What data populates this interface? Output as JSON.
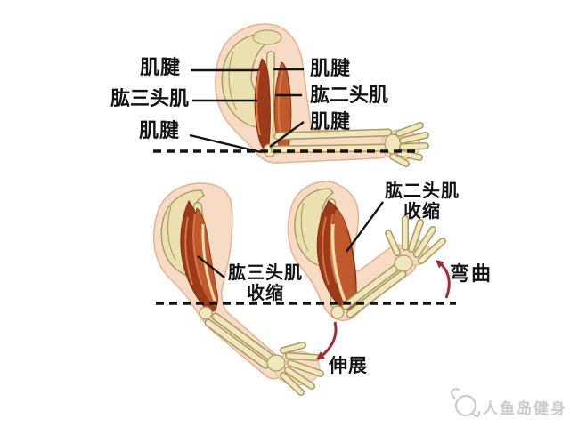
{
  "top_diagram": {
    "tendon_left_top": "肌腱",
    "triceps_label": "肱三头肌",
    "tendon_left_bottom": "肌腱",
    "tendon_right_top": "肌腱",
    "biceps_label": "肱二头肌",
    "tendon_right_bottom": "肌腱"
  },
  "bottom_diagram": {
    "triceps_contraction_line1": "肱三头肌",
    "triceps_contraction_line2": "收缩",
    "biceps_contraction_line1": "肱二头肌",
    "biceps_contraction_line2": "收缩",
    "flex_label": "弯曲",
    "extend_label": "伸展"
  },
  "watermark": {
    "brand": "人鱼岛健身",
    "icon": "mermaid-logo-icon"
  },
  "colors": {
    "background": "#ffffff",
    "skin": "#f8dbc4",
    "skin_outline": "#e4b292",
    "bone": "#f0e7bd",
    "bone_outline": "#a89a5f",
    "muscle_dark": "#9c3a1a",
    "muscle_mid": "#c05a2c",
    "muscle_light": "#d97c46",
    "tendon_pale": "#ecdcab",
    "label_text": "#141414",
    "leader_line": "#141414",
    "dashed_line": "#141414",
    "arrow_red": "#a52a38",
    "watermark_gray": "#cbcbcb"
  }
}
